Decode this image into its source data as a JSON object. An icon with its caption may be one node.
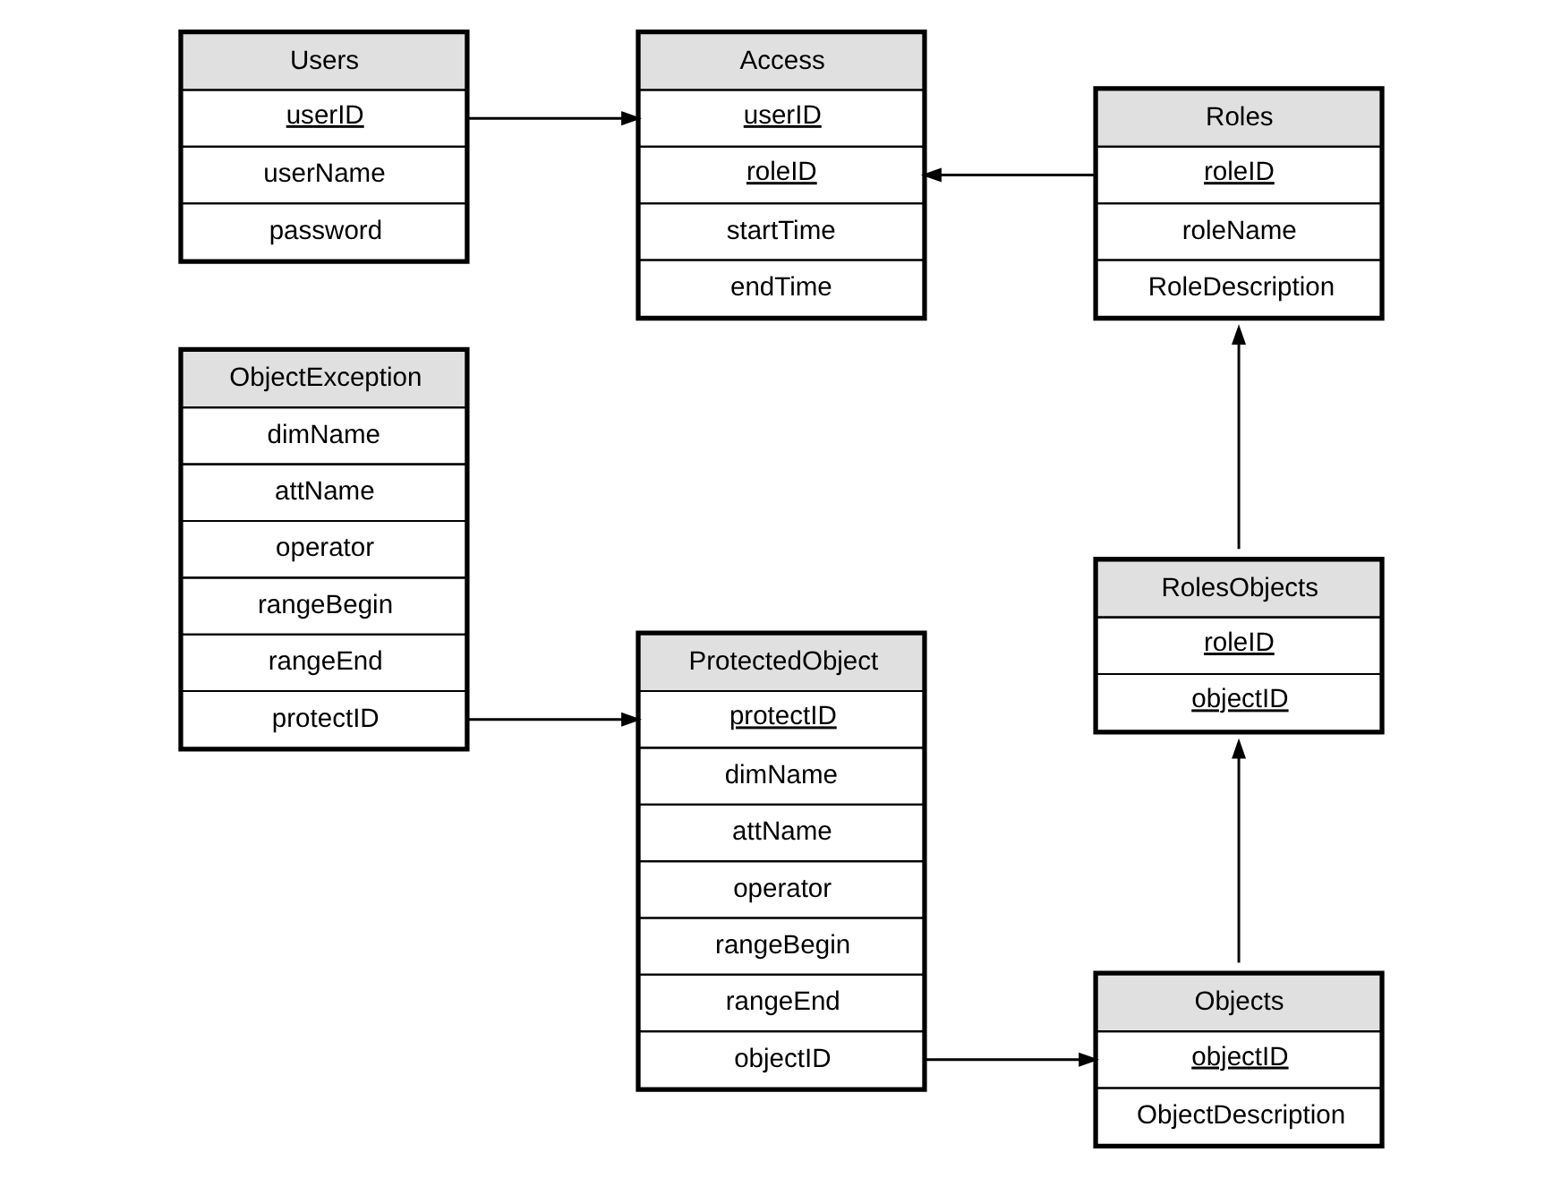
{
  "diagram": {
    "nodes": [
      {
        "text": [
          "Users",
          "userID",
          "userName",
          "password"
        ]
      },
      {
        "text": [
          "Access",
          "userID",
          "roleID",
          "startTime",
          "endTime"
        ]
      },
      {
        "text": [
          "Roles",
          "roleID",
          "roleName",
          "RoleDescription"
        ]
      },
      {
        "text": [
          "ObjectException",
          "dimName",
          "attName",
          "operator",
          "rangeBegin",
          "rangeEnd",
          "protectID"
        ]
      },
      {
        "text": [
          "ProtectedObject",
          "protectID",
          "dimName",
          "attName",
          "operator",
          "rangeBegin",
          "rangeEnd",
          "objectID"
        ]
      },
      {
        "text": [
          "RolesObjects",
          "roleID",
          "objectID"
        ]
      },
      {
        "text": [
          "Objects",
          "objectID",
          "ObjectDescription"
        ]
      }
    ],
    "edges": [
      {
        "from": 0,
        "to": 1,
        "arrow": "to"
      },
      {
        "from": 2,
        "to": 1,
        "arrow": "to"
      },
      {
        "from": 5,
        "to": 2,
        "arrow": "to"
      },
      {
        "from": 6,
        "to": 5,
        "arrow": "to"
      },
      {
        "from": 3,
        "to": 4,
        "arrow": "to"
      },
      {
        "from": 4,
        "to": 6,
        "arrow": "to"
      }
    ]
  }
}
